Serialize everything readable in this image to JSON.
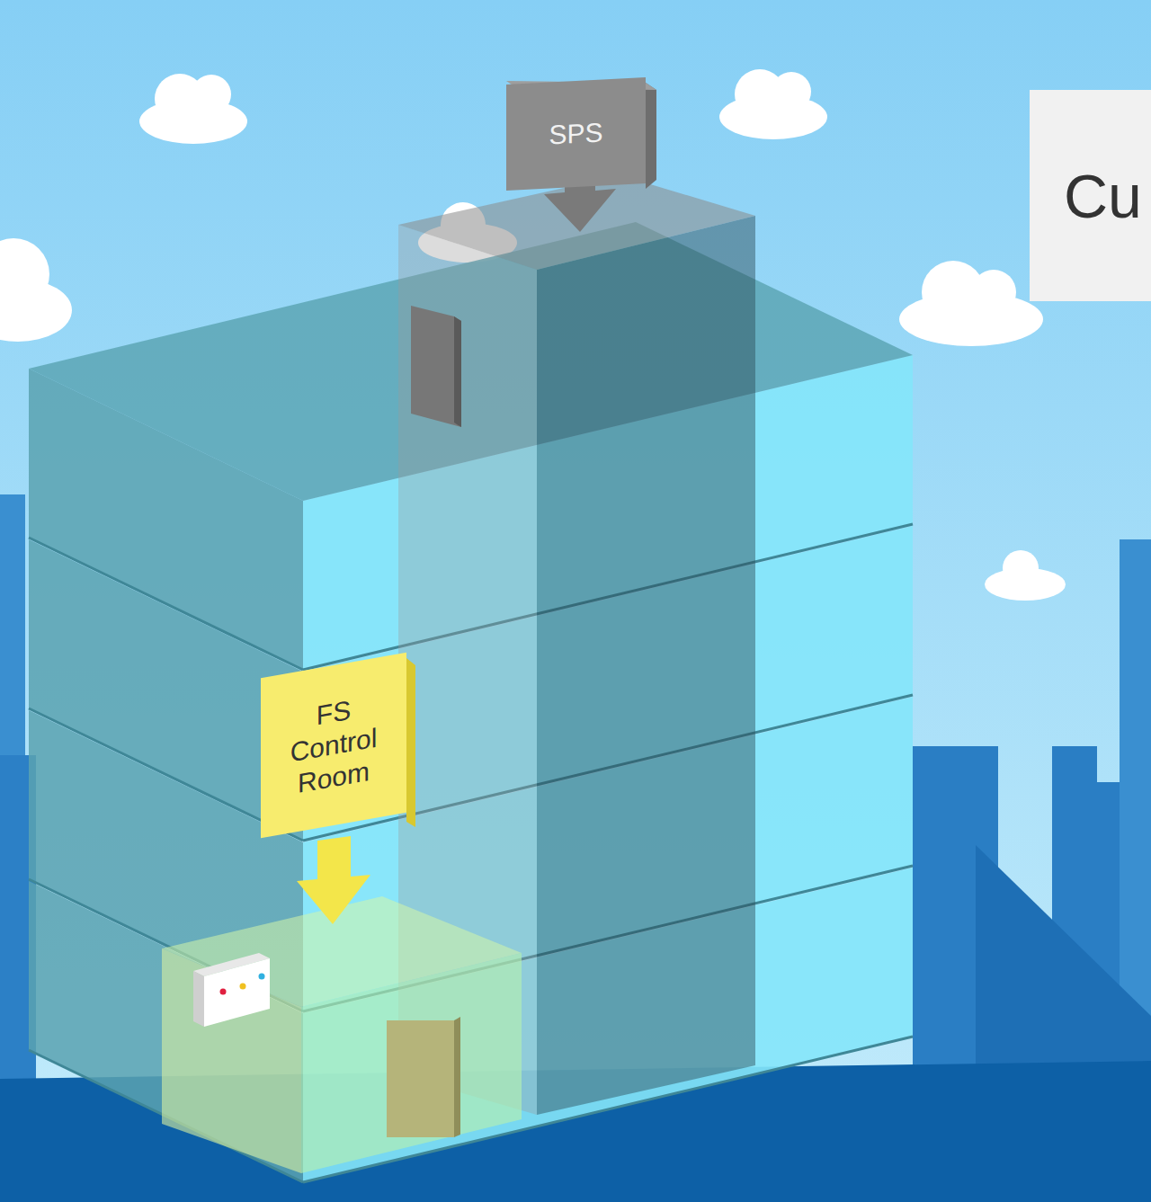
{
  "diagram": {
    "title": "Cu",
    "nodes": [
      {
        "text": [
          "SPS"
        ]
      },
      {
        "text": [
          "FS Control Room"
        ]
      }
    ]
  }
}
